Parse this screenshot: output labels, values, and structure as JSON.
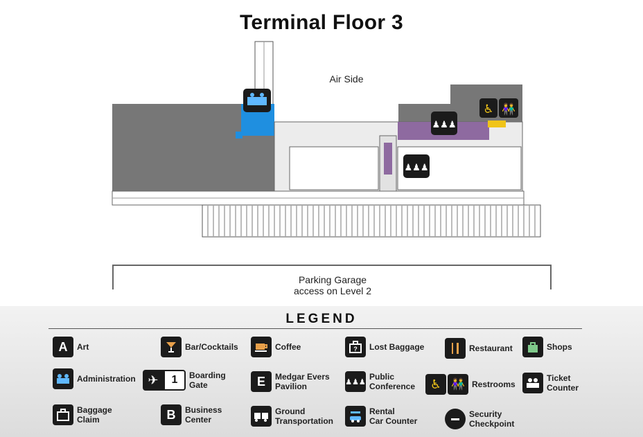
{
  "map": {
    "title": "Terminal Floor 3",
    "air_side_label": "Air Side",
    "parking_label_line1": "Parking Garage",
    "parking_label_line2": "access on Level 2"
  },
  "colors": {
    "tarmac": "#777777",
    "admin": "#1f8fe0",
    "conference": "#8e6aa0",
    "restroom_sign": "#f0c419",
    "building": "#f4f4f4"
  },
  "legend": {
    "title": "LEGEND",
    "items": [
      {
        "label1": "Art",
        "label2": "",
        "icon": "letter-a-icon",
        "glyph": "A"
      },
      {
        "label1": "Administration",
        "label2": "",
        "icon": "administration-icon"
      },
      {
        "label1": "Baggage",
        "label2": "Claim",
        "icon": "baggage-claim-icon"
      },
      {
        "label1": "Bar/Cocktails",
        "label2": "",
        "icon": "cocktail-icon"
      },
      {
        "label1": "Boarding",
        "label2": "Gate",
        "icon": "airplane-icon",
        "glyph": "1"
      },
      {
        "label1": "Business",
        "label2": "Center",
        "icon": "letter-b-icon",
        "glyph": "B"
      },
      {
        "label1": "Coffee",
        "label2": "",
        "icon": "coffee-cup-icon"
      },
      {
        "label1": "Medgar Evers",
        "label2": "Pavilion",
        "icon": "letter-e-icon",
        "glyph": "E"
      },
      {
        "label1": "Ground",
        "label2": "Transportation",
        "icon": "bus-icon"
      },
      {
        "label1": "Lost Baggage",
        "label2": "",
        "icon": "lost-baggage-icon"
      },
      {
        "label1": "Public",
        "label2": "Conference",
        "icon": "conference-icon"
      },
      {
        "label1": "Rental",
        "label2": "Car Counter",
        "icon": "rental-car-icon"
      },
      {
        "label1": "Restaurant",
        "label2": "",
        "icon": "fork-knife-icon"
      },
      {
        "label1": "Restrooms",
        "label2": "",
        "icon": "restroom-icon"
      },
      {
        "label1": "Security",
        "label2": "Checkpoint",
        "icon": "security-icon"
      },
      {
        "label1": "Shops",
        "label2": "",
        "icon": "shopping-bag-icon"
      },
      {
        "label1": "Ticket",
        "label2": "Counter",
        "icon": "ticket-counter-icon"
      }
    ]
  }
}
